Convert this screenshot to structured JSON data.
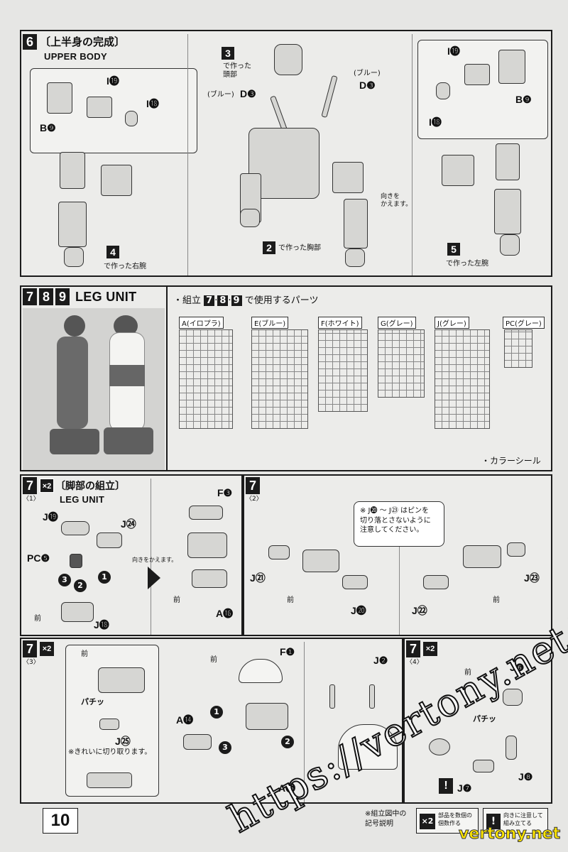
{
  "page_number": "10",
  "step6": {
    "number": "6",
    "title_jp": "〔上半身の完成〕",
    "title_en": "UPPER BODY",
    "labels": {
      "head_step": "3",
      "head_caption": "で作った\n頭部",
      "chest_step": "2",
      "chest_caption": "で作った胸部",
      "right_arm_step": "4",
      "right_arm_caption": "で作った右腕",
      "left_arm_step": "5",
      "left_arm_caption": "で作った左腕",
      "blue_left": "(ブルー)",
      "blue_right": "(ブルー)",
      "part_d3_left": "D❸",
      "part_d3_right": "D❸",
      "i19_left": "I⓳",
      "i18_left": "I⓲",
      "b9_left": "B❾",
      "i19_right": "I⓳",
      "i18_right": "I⓲",
      "b9_right": "B❾",
      "turn_note": "向きを\nかえます。"
    }
  },
  "step789": {
    "numbers": [
      "7",
      "8",
      "9"
    ],
    "title_en": "LEG UNIT",
    "parts_heading_prefix": "・組立",
    "parts_heading_suffix": "で使用するパーツ",
    "runners": [
      {
        "label": "A(イロプラ)"
      },
      {
        "label": "E(ブルー)"
      },
      {
        "label": "F(ホワイト)"
      },
      {
        "label": "G(グレー)"
      },
      {
        "label": "J(グレー)"
      },
      {
        "label": "PC(グレー)"
      }
    ],
    "color_seal": "・カラーシール"
  },
  "step7_1": {
    "number": "7",
    "multiplier": "×2",
    "sub": "〈1〉",
    "title_jp": "〔脚部の組立〕",
    "title_en": "LEG UNIT",
    "labels": {
      "j19": "J⓳",
      "j24": "J㉔",
      "pc5": "PC❺",
      "j18": "J⓲",
      "f3": "F❸",
      "a16": "A⓰",
      "turn": "向きをかえます。",
      "front1": "前",
      "front2": "前"
    }
  },
  "step7_2": {
    "number": "7",
    "sub": "〈2〉",
    "note": "※ J⓴ ～ J㉓ はピンを\n切り落とさないように\n注意してください。",
    "labels": {
      "j21": "J㉑",
      "j20": "J⓴",
      "j22": "J㉒",
      "j23": "J㉓",
      "front1": "前",
      "front2": "前"
    }
  },
  "step7_3": {
    "number": "7",
    "multiplier": "×2",
    "sub": "〈3〉",
    "labels": {
      "front_small": "前",
      "pachi1": "パチッ",
      "j25": "J㉕",
      "clean_cut": "※きれいに切り取ります。",
      "front_main": "前",
      "f1": "F❶",
      "j2": "J❷",
      "a14": "A⓮",
      "a15": "A⓯"
    }
  },
  "step7_4": {
    "number": "7",
    "multiplier": "×2",
    "sub": "〈4〉",
    "labels": {
      "front": "前",
      "j6": "J❻",
      "pachi": "パチッ",
      "j7": "J❼",
      "j8": "J❽"
    }
  },
  "footer": {
    "legend_prefix": "※組立図中の\n記号説明",
    "x2_symbol": "×2",
    "x2_text": "部品を数個の\n個数作る",
    "excl_symbol": "!",
    "excl_text": "向きに注意して\n組み立てる"
  },
  "watermark": {
    "main": "https://vertony.net/",
    "corner": "vertony.net"
  }
}
